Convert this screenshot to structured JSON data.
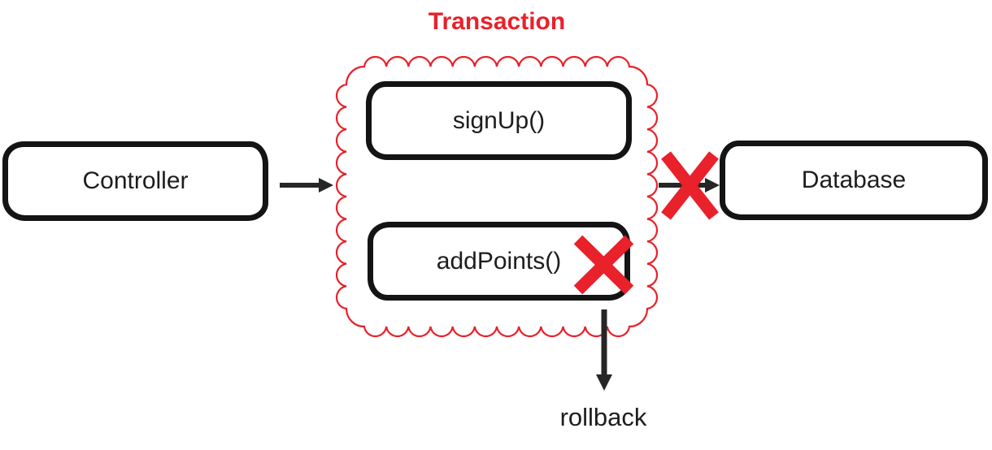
{
  "diagram": {
    "transaction": {
      "label": "Transaction"
    },
    "nodes": {
      "controller": {
        "label": "Controller"
      },
      "signup": {
        "label": "signUp()"
      },
      "addpoints": {
        "label": "addPoints()"
      },
      "database": {
        "label": "Database"
      }
    },
    "rollback": {
      "label": "rollback"
    },
    "colors": {
      "red": "#e8212b",
      "ink": "#1d1d1d",
      "box_border": "#141414",
      "arrow": "#262626"
    }
  }
}
